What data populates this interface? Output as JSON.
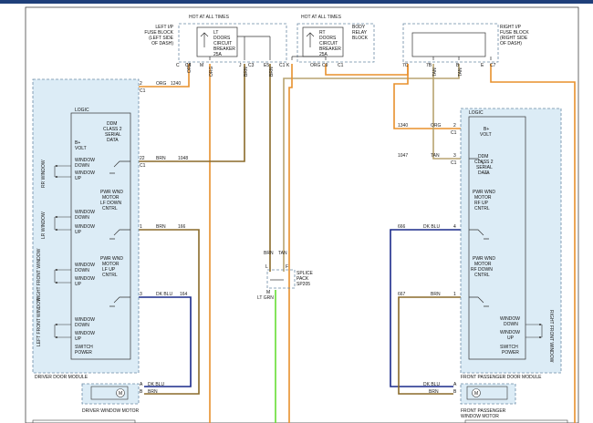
{
  "colors": {
    "org": "#e8902c",
    "brn": "#8a6a2a",
    "tan": "#b8a370",
    "dkblu": "#1a2a8a",
    "ltgrn": "#66dd33",
    "module_fill": "#dcecf6",
    "border": "#6b8aa5",
    "top_bar": "#1f3f7a"
  },
  "top": {
    "hot1": "HOT AT ALL TIMES",
    "hot2": "HOT AT ALL TIMES",
    "lt_fuse": [
      "LEFT I/P",
      "FUSE BLOCK",
      "(LEFT SIDE",
      "OF DASH)"
    ],
    "rt_fuse": [
      "RIGHT I/P",
      "FUSE BLOCK",
      "(RIGHT SIDE",
      "OF DASH)"
    ],
    "body_relay": [
      "BODY",
      "RELAY",
      "BLOCK"
    ],
    "lt_breaker": [
      "LT",
      "DOORS",
      "CIRCUIT",
      "BREAKER",
      "25A"
    ],
    "rt_breaker": [
      "RT",
      "DOORS",
      "CIRCUIT",
      "BREAKER",
      "25A"
    ],
    "pins": {
      "c": "C",
      "c4": "C4",
      "m": "M",
      "j": "J",
      "c3": "C3",
      "e5": "E5",
      "c1a": "C1",
      "k": "K",
      "c9": "C9",
      "c1b": "C1",
      "c_r": "7C",
      "b7": "7B",
      "c7": "C7",
      "b": "B",
      "e": "E"
    },
    "wires": {
      "org1": "ORG",
      "brn1": "BRN",
      "brn2": "BRN",
      "org2": "ORG",
      "org3": "ORG",
      "tan1": "TAN",
      "tan2": "TAN"
    }
  },
  "left": {
    "module_name": "DRIVER DOOR MODULE",
    "logic": "LOGIC",
    "ddm": [
      "DDM",
      "CLASS 2",
      "SERIAL",
      "DATA"
    ],
    "bplus": "B+",
    "volt": "VOLT",
    "window_down": "WINDOW",
    "down": "DOWN",
    "up": "UP",
    "rr_window": "RR WINDOW",
    "lr_window": "LR WINDOW",
    "rf_window": "RIGHT FRONT WINDOW",
    "lf_window": "LEFT FRONT WINDOW",
    "motor_lf_down": [
      "PWR WND",
      "MOTOR",
      "LF DOWN",
      "CNTRL"
    ],
    "motor_lf_up": [
      "PWR WND",
      "MOTOR",
      "LF UP",
      "CNTRL"
    ],
    "switch_power": [
      "SWITCH",
      "POWER"
    ],
    "pins": {
      "p2": "2",
      "p22": "22",
      "p1": "1",
      "p3": "3",
      "c1": "C1",
      "c1b": "C1"
    },
    "wires": {
      "org": "ORG",
      "org_num": "1240",
      "brn22": "BRN",
      "brn22_num": "1048",
      "brn1": "BRN",
      "brn1_num": "166",
      "dkblu3": "DK BLU",
      "dkblu3_num": "164"
    },
    "motor": {
      "name": "DRIVER WINDOW MOTOR",
      "m": "M",
      "pin_a": "A",
      "pin_b": "B",
      "wire_a": "DK BLU",
      "wire_b": "BRN"
    }
  },
  "right": {
    "module_name": "FRONT PASSENGER DOOR MODULE",
    "logic": "LOGIC",
    "bplus": "B+",
    "volt": "VOLT",
    "ddm": [
      "DDM",
      "CLASS 2",
      "SERIAL",
      "DATA"
    ],
    "motor_rf_up": [
      "PWR WND",
      "MOTOR",
      "RF UP",
      "CNTRL"
    ],
    "motor_rf_down": [
      "PWR WND",
      "MOTOR",
      "RF DOWN",
      "CNTRL"
    ],
    "window": "WINDOW",
    "down": "DOWN",
    "up": "UP",
    "switch_power": [
      "SWITCH",
      "POWER"
    ],
    "rf_window": "RIGHT FRONT WINDOW",
    "pins": {
      "p2": "2",
      "p3": "3",
      "p4": "4",
      "p1": "1",
      "c1": "C1",
      "c1b": "C1"
    },
    "wires": {
      "org_num": "1340",
      "org": "ORG",
      "tan_num": "1047",
      "tan": "TAN",
      "dkblu_num": "666",
      "dkblu": "DK BLU",
      "brn_num": "667",
      "brn": "BRN"
    },
    "motor": {
      "name": [
        "FRONT PASSENGER",
        "WINDOW MOTOR"
      ],
      "m": "M",
      "pin_a": "A",
      "pin_b": "B",
      "wire_a": "DK BLU",
      "wire_b": "BRN"
    }
  },
  "splice": {
    "name": [
      "SPLICE",
      "PACK",
      "SP205"
    ],
    "pins": {
      "l": "L",
      "f": "F",
      "m": "M"
    },
    "wires": {
      "brn": "BRN",
      "tan": "TAN",
      "ltgrn": "LT GRN"
    }
  }
}
